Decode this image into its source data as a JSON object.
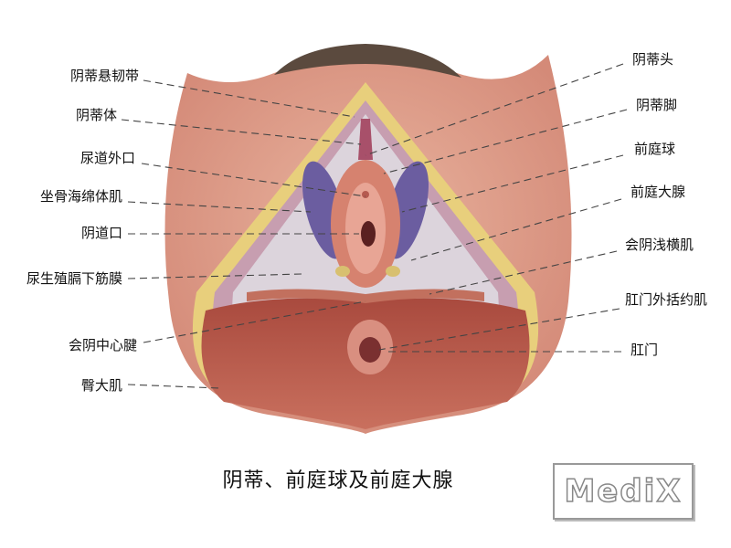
{
  "title": "阴蒂、前庭球及前庭大腺",
  "logo": "MediX",
  "labels_left": [
    "阴蒂悬韧带",
    "阴蒂体",
    "尿道外口",
    "坐骨海绵体肌",
    "阴道口",
    "尿生殖膈下筋膜",
    "会阴中心腱",
    "臀大肌"
  ],
  "labels_right": [
    "阴蒂头",
    "阴蒂脚",
    "前庭球",
    "前庭大腺",
    "会阴浅横肌",
    "肛门外括约肌",
    "肛门"
  ]
}
